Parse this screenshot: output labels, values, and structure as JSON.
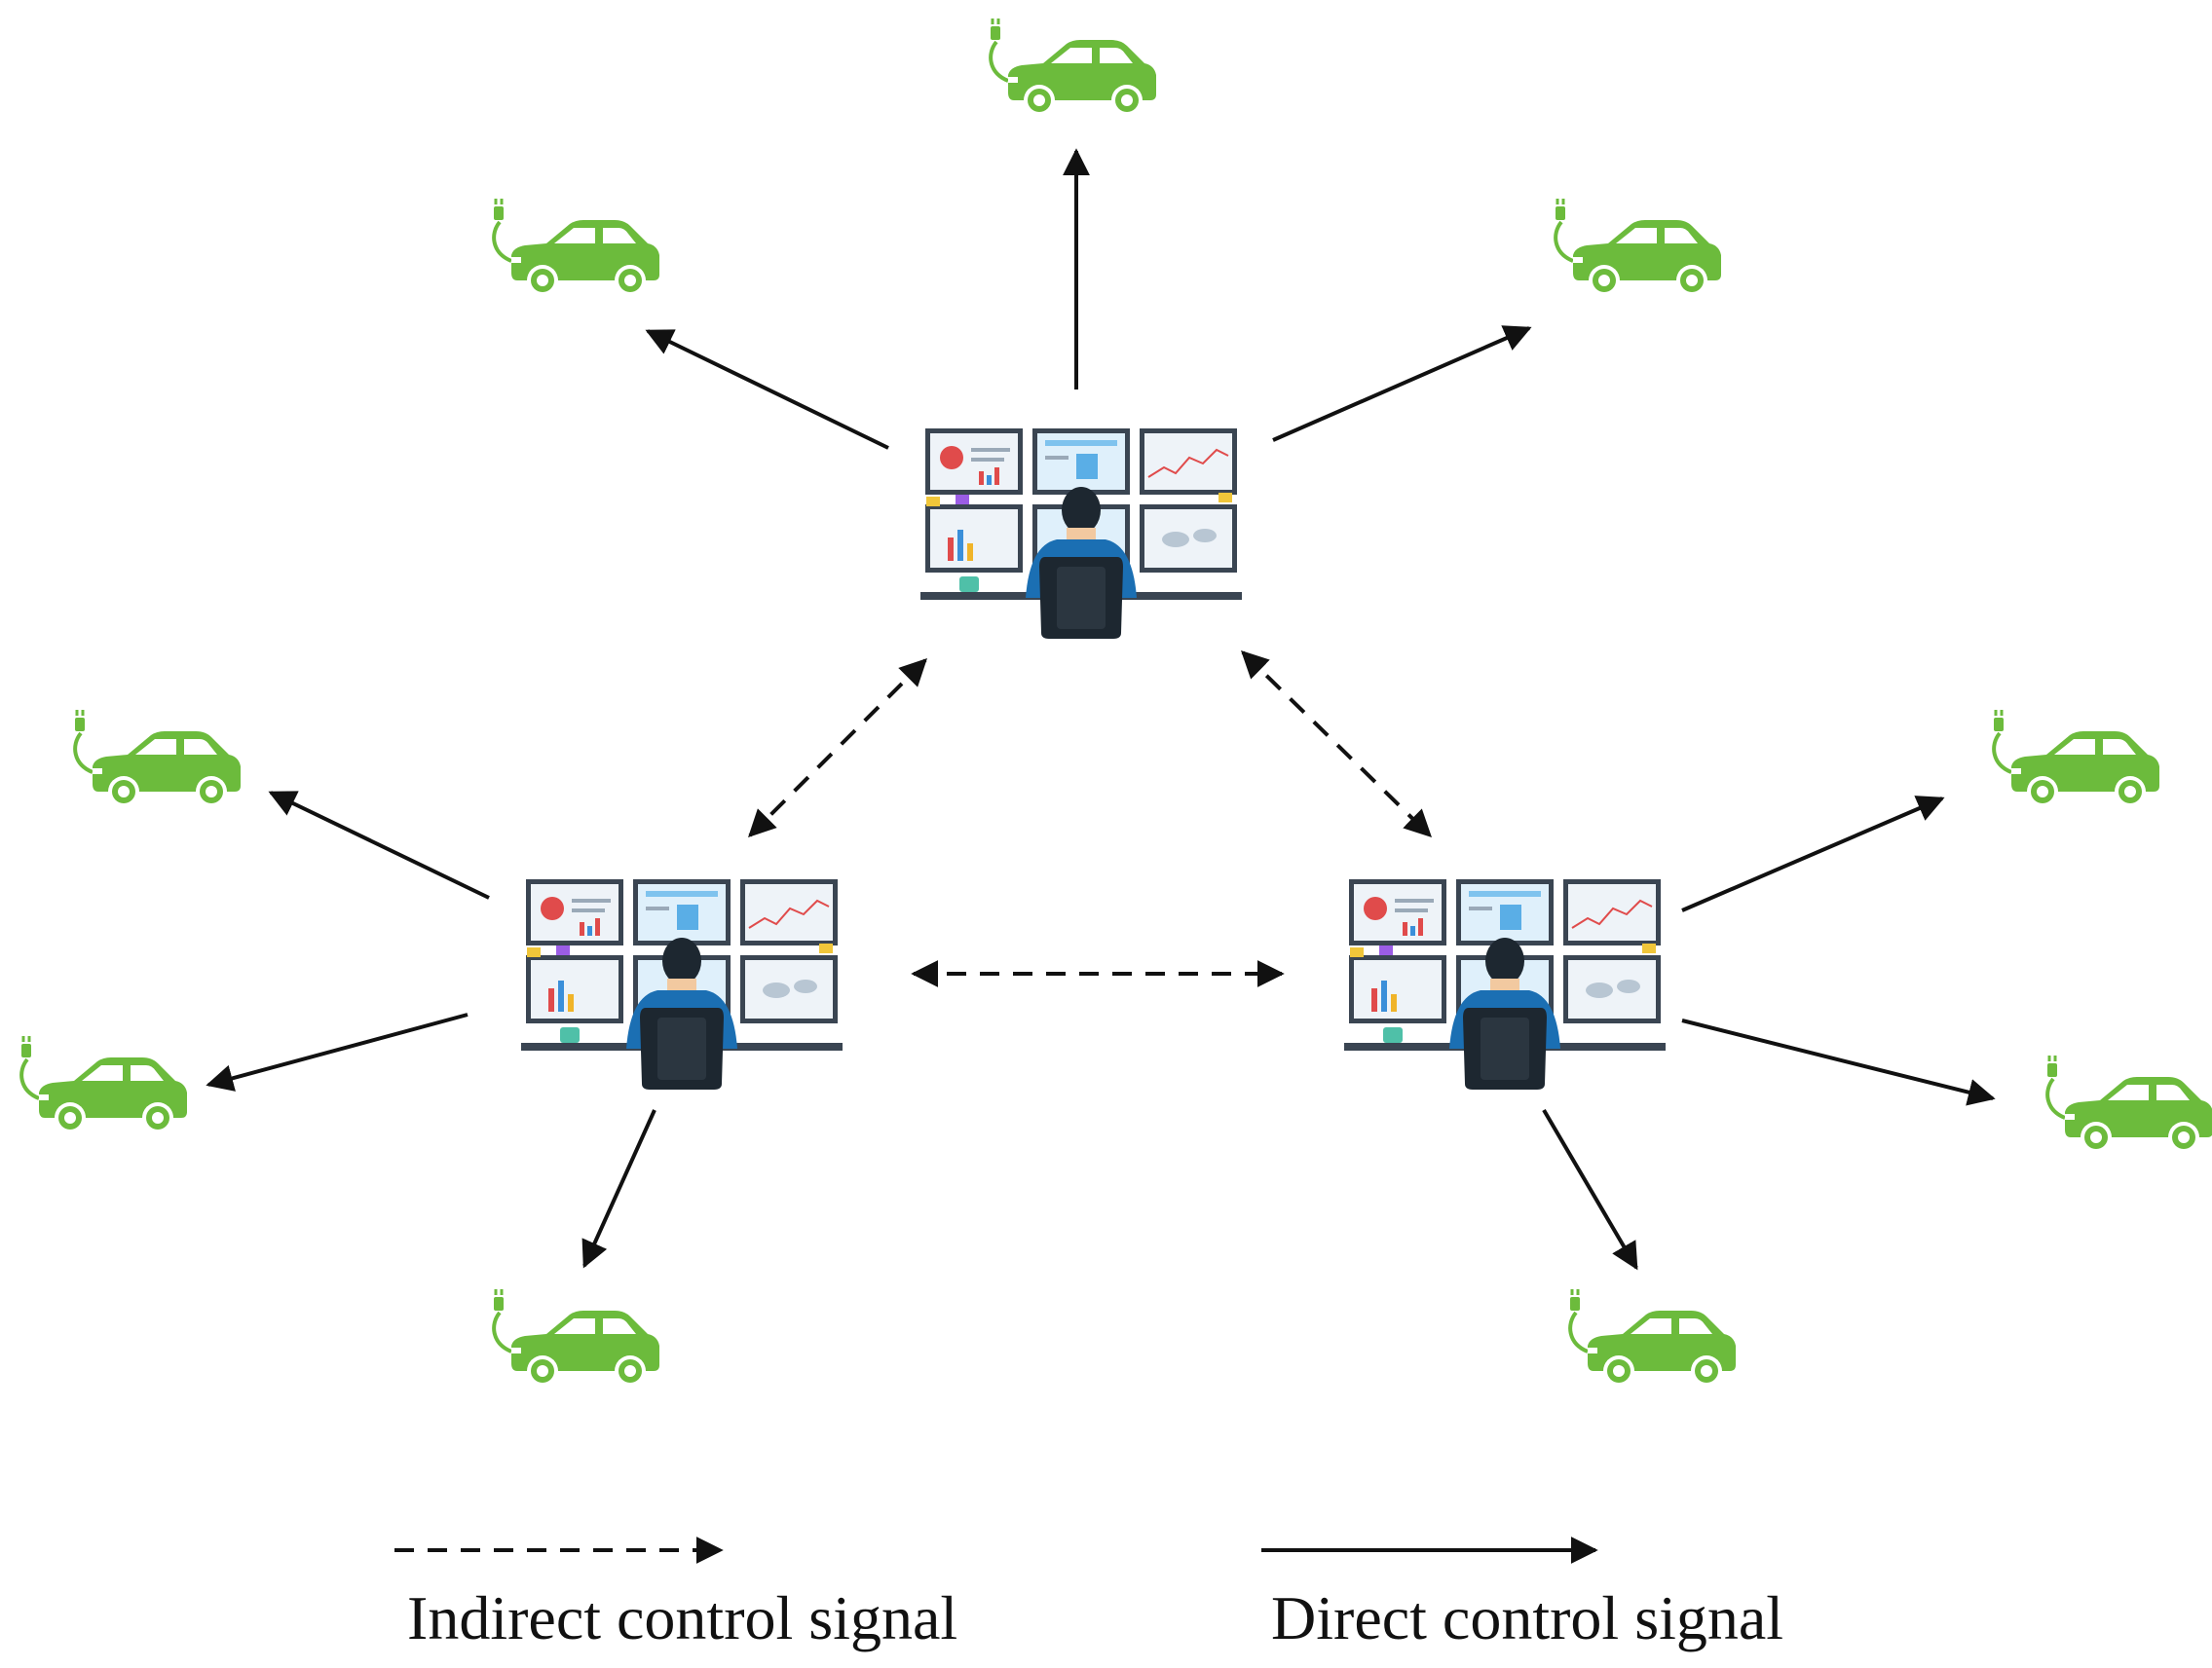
{
  "legend": {
    "indirect_label": "Indirect control signal",
    "direct_label": "Direct control signal"
  },
  "colors": {
    "car": "#6cbb3c",
    "arrow": "#111111",
    "monitor_frame": "#3a4552",
    "operator_shirt": "#1b6fb3",
    "chair": "#1d2730"
  },
  "nodes": {
    "control_centers": [
      "control-center-top",
      "control-center-left",
      "control-center-right"
    ],
    "ev_count": 9
  },
  "icons": [
    "electric-car-icon",
    "operator-workstation-icon"
  ]
}
